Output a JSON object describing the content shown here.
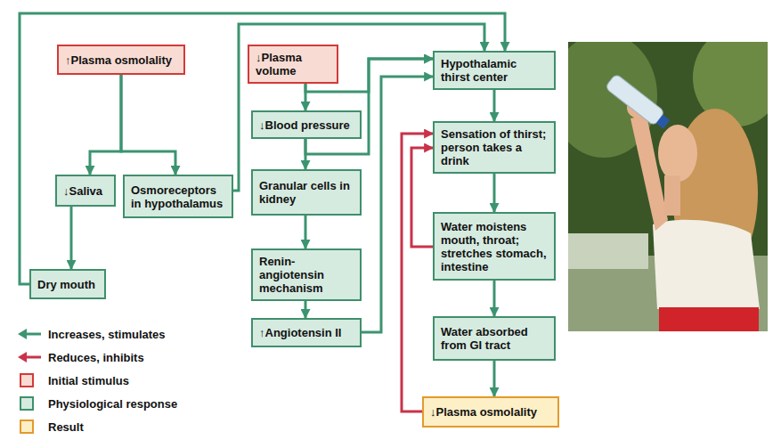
{
  "diagram": {
    "nodes": [
      {
        "text": [
          "↑Plasma osmolality"
        ]
      },
      {
        "text": [
          "↓Plasma volume"
        ]
      },
      {
        "text": [
          "Hypothalamic thirst center"
        ]
      },
      {
        "text": [
          "↓Blood pressure"
        ]
      },
      {
        "text": [
          "Sensation of thirst; person takes a drink"
        ]
      },
      {
        "text": [
          "↓Saliva"
        ]
      },
      {
        "text": [
          "Osmoreceptors in hypothalamus"
        ]
      },
      {
        "text": [
          "Granular cells in kidney"
        ]
      },
      {
        "text": [
          "Water moistens mouth, throat; stretches stomach, intestine"
        ]
      },
      {
        "text": [
          "Renin-angiotensin mechanism"
        ]
      },
      {
        "text": [
          "Dry mouth"
        ]
      },
      {
        "text": [
          "Water absorbed from GI tract"
        ]
      },
      {
        "text": [
          "↑Angiotensin II"
        ]
      },
      {
        "text": [
          "↓Plasma osmolality"
        ]
      }
    ],
    "edges": [
      {
        "from": 0,
        "to": 5,
        "arrow": "to"
      },
      {
        "from": 0,
        "to": 6,
        "arrow": "to"
      },
      {
        "from": 5,
        "to": 10,
        "arrow": "to"
      },
      {
        "from": 10,
        "to": 2,
        "arrow": "to"
      },
      {
        "from": 6,
        "to": 2,
        "arrow": "to"
      },
      {
        "from": 1,
        "to": 3,
        "arrow": "to"
      },
      {
        "from": 1,
        "to": 2,
        "arrow": "to"
      },
      {
        "from": 3,
        "to": 2,
        "arrow": "to"
      },
      {
        "from": 3,
        "to": 7,
        "arrow": "to"
      },
      {
        "from": 7,
        "to": 9,
        "arrow": "to"
      },
      {
        "from": 9,
        "to": 12,
        "arrow": "to"
      },
      {
        "from": 12,
        "to": 2,
        "arrow": "to"
      },
      {
        "from": 2,
        "to": 4,
        "arrow": "to"
      },
      {
        "from": 4,
        "to": 8,
        "arrow": "to"
      },
      {
        "from": 8,
        "to": 11,
        "arrow": "to"
      },
      {
        "from": 11,
        "to": 13,
        "arrow": "to"
      },
      {
        "from": 8,
        "to": 4,
        "arrow": "to"
      },
      {
        "from": 13,
        "to": 4,
        "arrow": "to"
      }
    ],
    "legend": [
      {
        "text": "Increases, stimulates"
      },
      {
        "text": "Reduces, inhibits"
      },
      {
        "text": "Initial stimulus",
        "color": "#f8dcd3"
      },
      {
        "text": "Physiological response",
        "color": "#d6ebe0"
      },
      {
        "text": "Result",
        "color": "#fdefc6"
      }
    ]
  }
}
